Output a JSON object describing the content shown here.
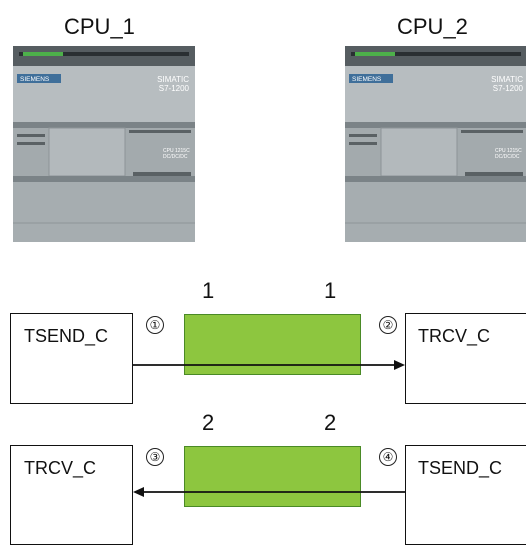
{
  "cpus": [
    {
      "title": "CPU_1",
      "brand": "SIEMENS",
      "model_line1": "SIMATIC",
      "model_line2": "S7-1200",
      "variant_line1": "CPU 1215C",
      "variant_line2": "DC/DC/DC"
    },
    {
      "title": "CPU_2",
      "brand": "SIEMENS",
      "model_line1": "SIMATIC",
      "model_line2": "S7-1200",
      "variant_line1": "CPU 1215C",
      "variant_line2": "DC/DC/DC"
    }
  ],
  "row1": {
    "left_block": "TSEND_C",
    "right_block": "TRCV_C",
    "left_area_number": "1",
    "right_area_number": "1",
    "left_marker": "①",
    "right_marker": "②"
  },
  "row2": {
    "left_block": "TRCV_C",
    "right_block": "TSEND_C",
    "left_area_number": "2",
    "right_area_number": "2",
    "left_marker": "③",
    "right_marker": "④"
  },
  "colors": {
    "data_area": "#8dc63f",
    "plc_body": "#a9b0b3"
  }
}
